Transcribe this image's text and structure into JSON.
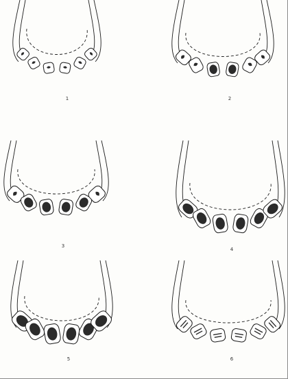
{
  "panels": [
    {
      "label": "1",
      "stage": "deciduous-incisors",
      "crowns": [
        "light",
        "light",
        "light",
        "light",
        "light",
        "light"
      ]
    },
    {
      "label": "2",
      "stage": "central-permanent-incisors",
      "crowns": [
        "light",
        "light",
        "dark",
        "dark",
        "light",
        "light"
      ]
    },
    {
      "label": "3",
      "stage": "central-and-intermediate-permanent",
      "crowns": [
        "light",
        "dark",
        "dark",
        "dark",
        "dark",
        "light"
      ]
    },
    {
      "label": "4",
      "stage": "all-permanent-incisors",
      "crowns": [
        "dark",
        "dark",
        "dark",
        "dark",
        "dark",
        "dark"
      ]
    },
    {
      "label": "5",
      "stage": "full-mouth",
      "crowns": [
        "dark",
        "dark",
        "dark",
        "dark",
        "dark",
        "dark"
      ]
    },
    {
      "label": "6",
      "stage": "worn-incisors",
      "crowns": [
        "worn",
        "worn",
        "worn",
        "worn",
        "worn",
        "worn"
      ]
    }
  ],
  "colors": {
    "ink": "#1a1a1a",
    "crown_fill": "#ffffff",
    "infundibulum": "#2b2b2b",
    "background": "#fdfdfb"
  }
}
